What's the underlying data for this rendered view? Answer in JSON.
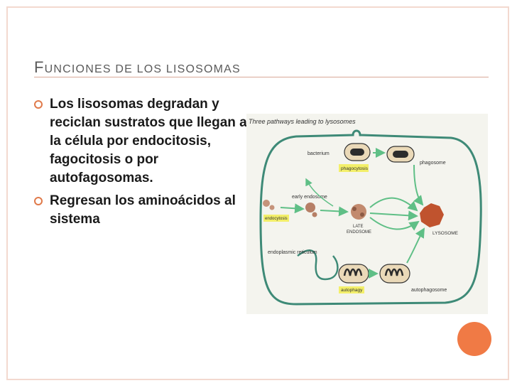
{
  "title": {
    "first_letter": "F",
    "rest": "unciones de los lisosomas"
  },
  "bullets": [
    "Los lisosomas degradan y reciclan sustratos que llegan a la célula por endocitosis, fagocitosis o por autofagosomas.",
    "Regresan los aminoácidos al sistema"
  ],
  "diagram": {
    "heading": "Three pathways leading to lysosomes",
    "labels": {
      "bacterium": "bacterium",
      "phagocytosis": "phagocytosis",
      "phagosome": "phagosome",
      "early_endosome": "early endosome",
      "endocytosis": "endocytosis",
      "late_endosome_1": "LATE",
      "late_endosome_2": "ENDOSOME",
      "lysosome": "LYSOSOME",
      "er": "endoplasmic reticulum",
      "autophagy": "autophagy",
      "autophagosome": "autophagosome"
    }
  },
  "colors": {
    "accent": "#f07a45",
    "arrow": "#5fbf86",
    "tag": "#f3ef6a"
  }
}
